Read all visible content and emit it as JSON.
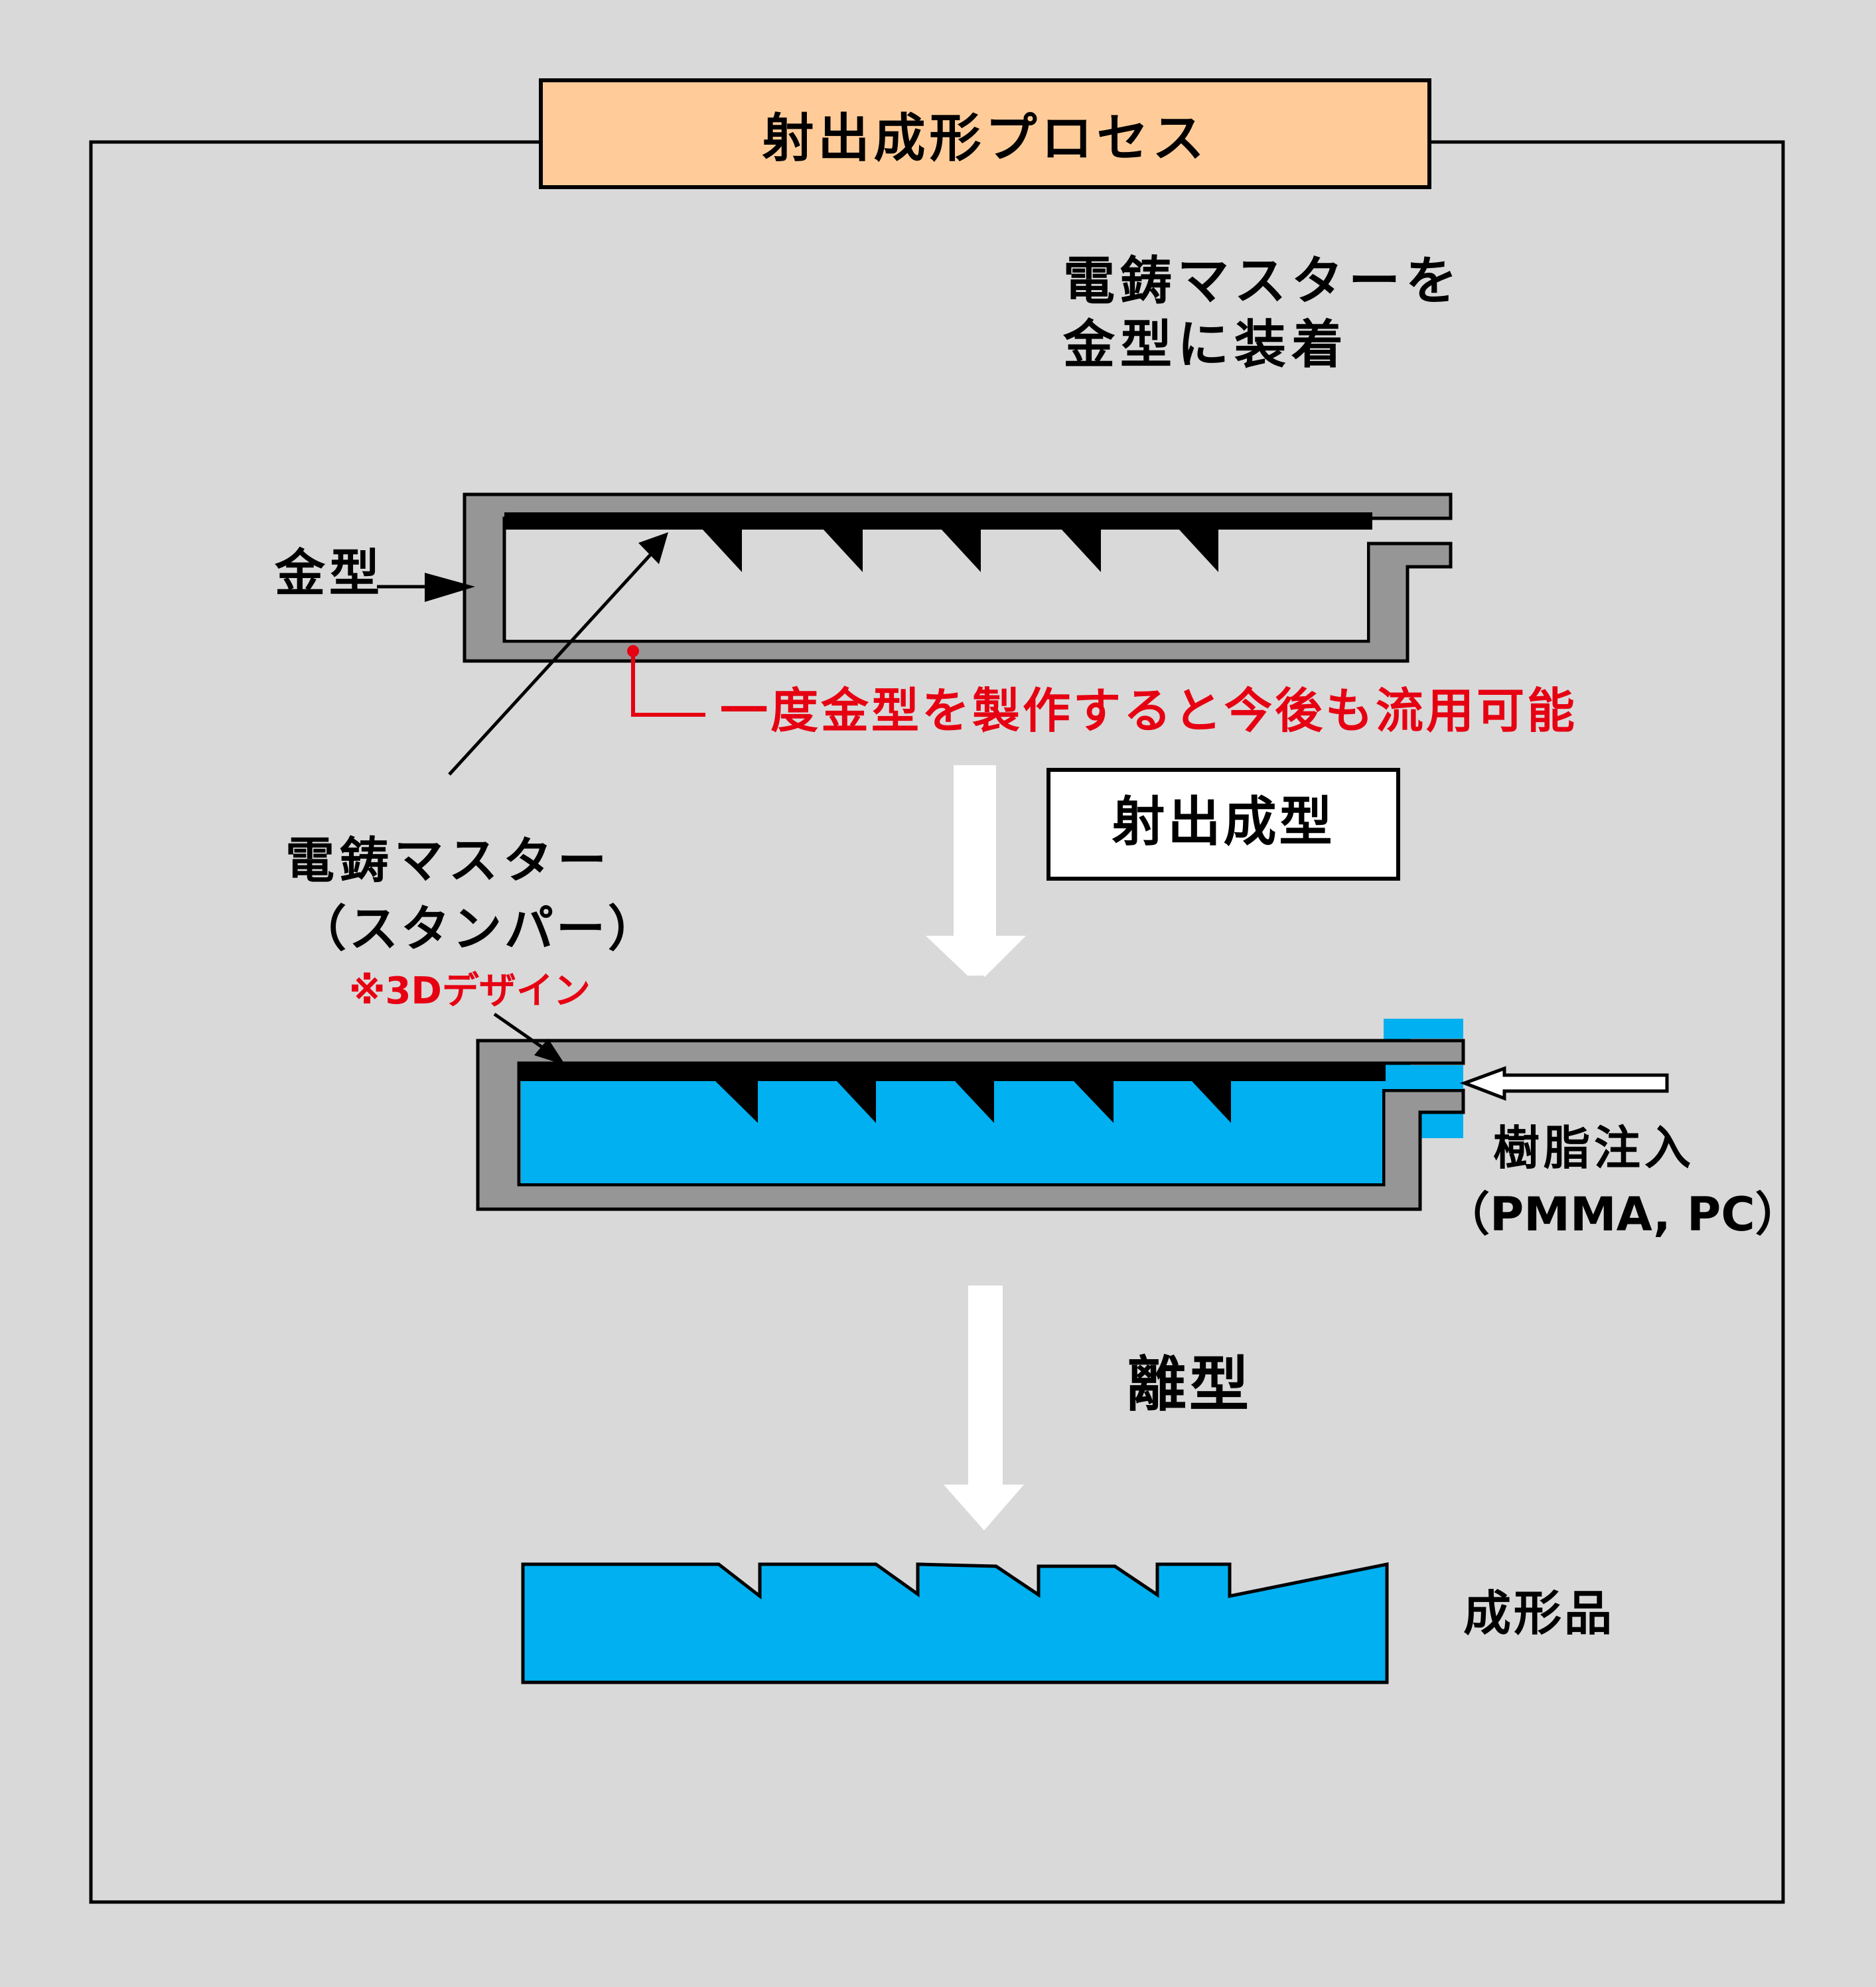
{
  "title": "射出成形プロセス",
  "colors": {
    "background": "#d9d9d9",
    "title_fill": "#ffcc99",
    "mold_gray": "#969696",
    "resin_blue": "#00b0f0",
    "note_red": "#e60012",
    "stamper_black": "#000000",
    "arrow_white": "#ffffff"
  },
  "step1": {
    "caption_line1": "電鋳マスターを",
    "caption_line2": "金型に装着",
    "mold_label": "金型",
    "note": "一度金型を製作すると今後も流用可能",
    "stamper_label_line1": "電鋳マスター",
    "stamper_label_line2": "（スタンパー）",
    "stamper_note": "※3Dデザイン"
  },
  "step2": {
    "box_label": "射出成型",
    "resin_label_line1": "樹脂注入",
    "resin_label_line2": "（PMMA, PC）"
  },
  "step3": {
    "label": "離型",
    "product_label": "成形品"
  },
  "icons": {
    "flow_arrow_1": "down-arrow-icon",
    "flow_arrow_2": "down-arrow-icon",
    "injection_arrow": "left-arrow-icon"
  }
}
